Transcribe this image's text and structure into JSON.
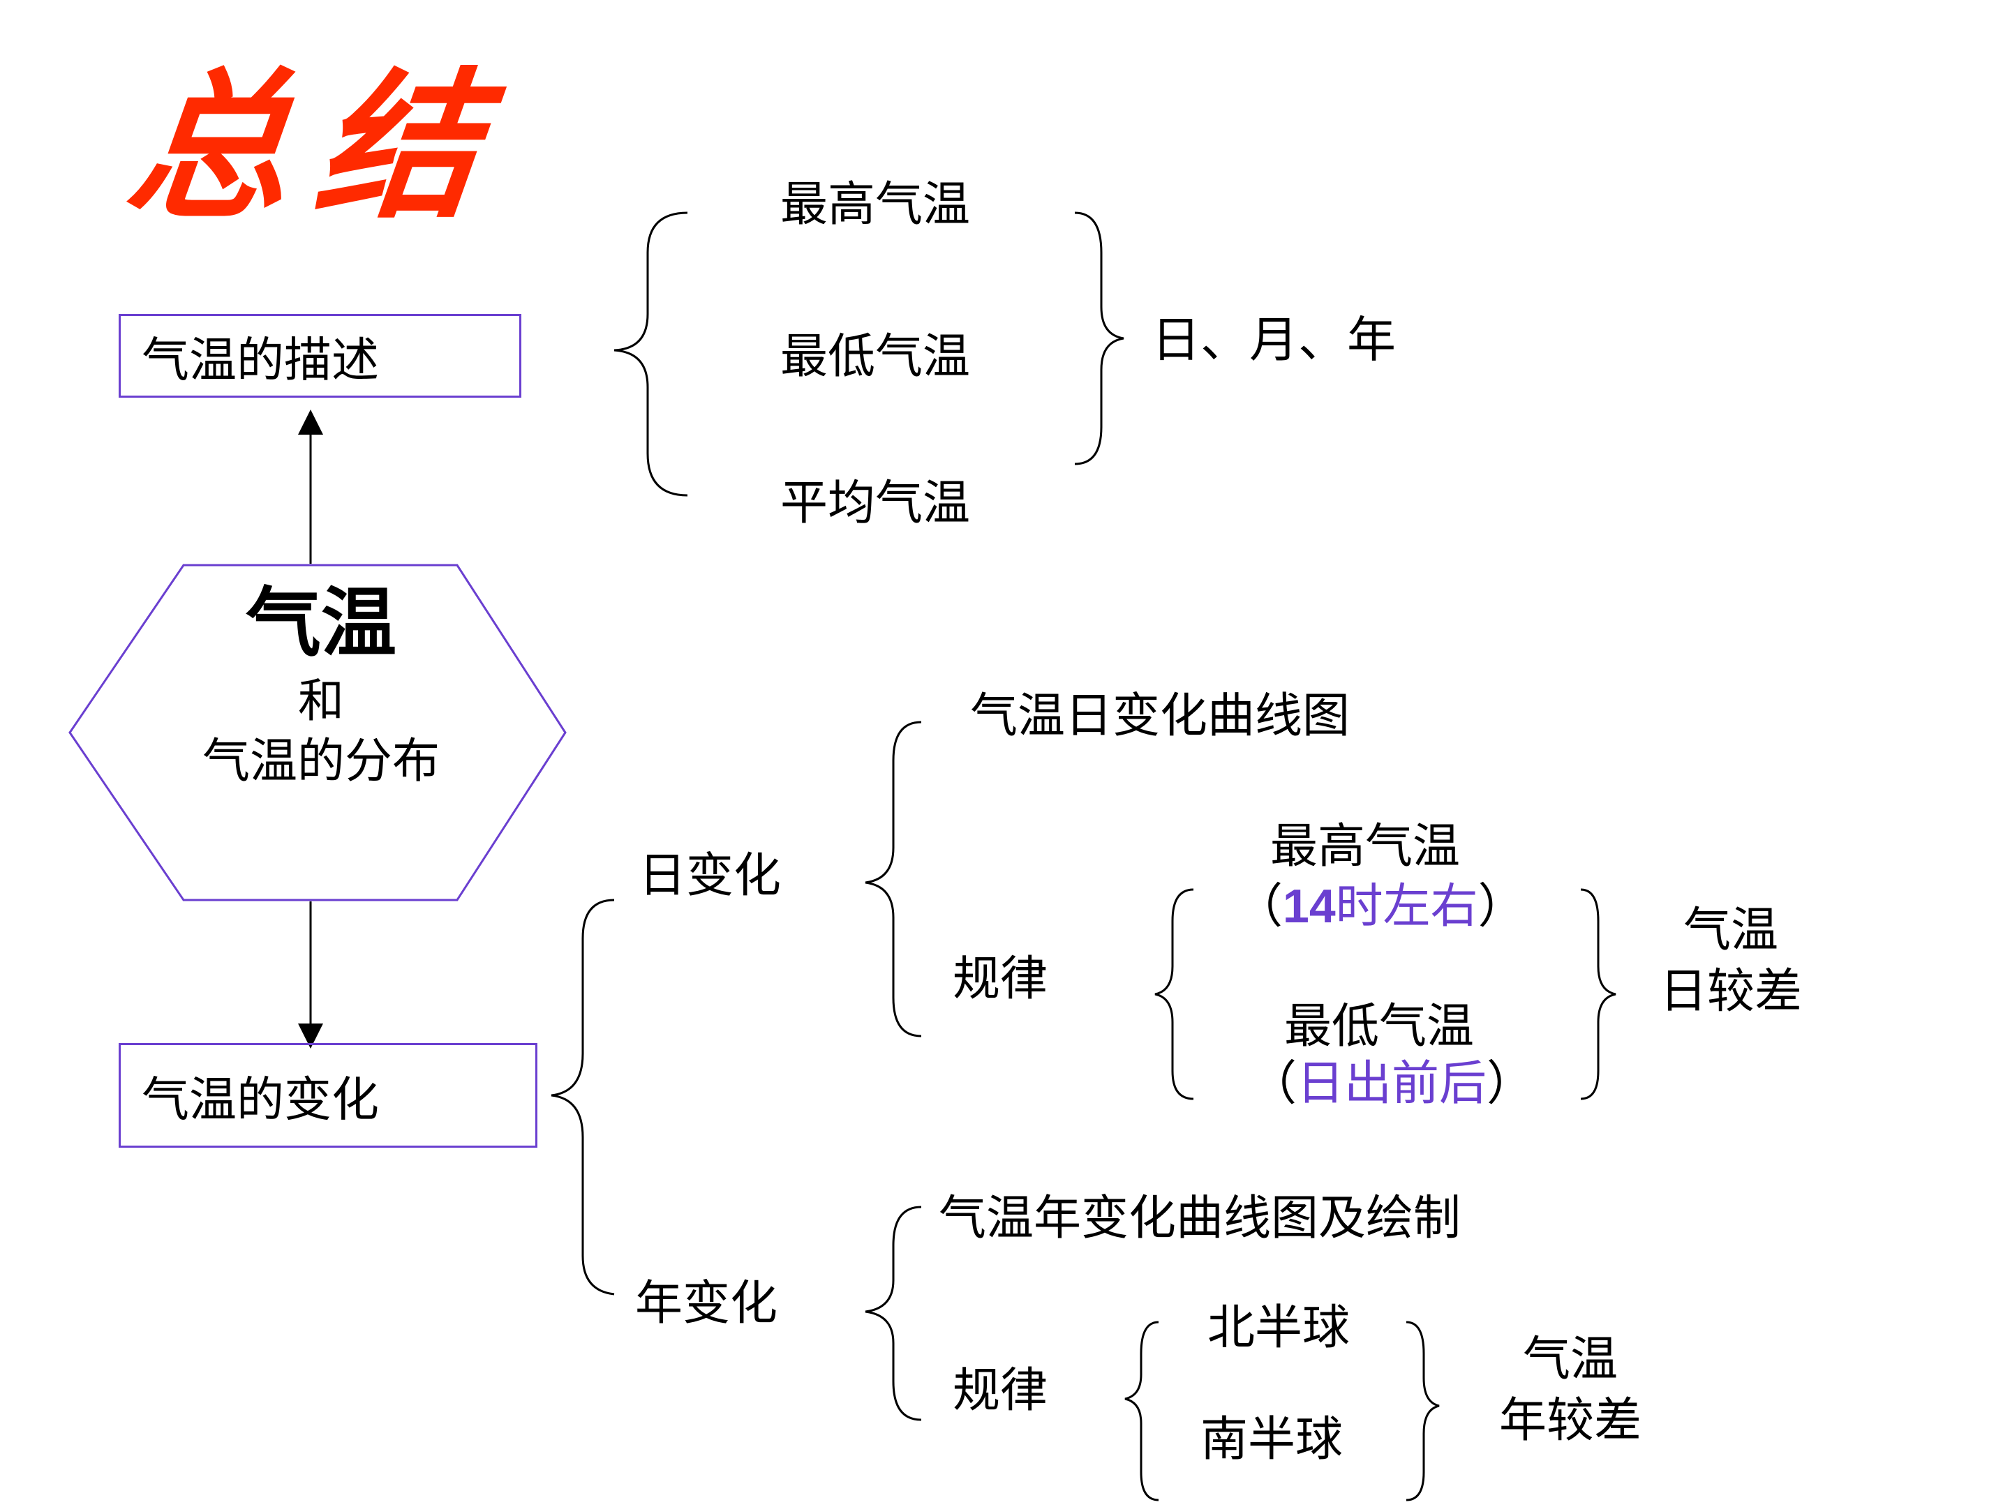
{
  "title": "总结",
  "hexagon": {
    "main": "气温",
    "conj": "和",
    "sub": "气温的分布"
  },
  "box_description": "气温的描述",
  "box_change": "气温的变化",
  "description": {
    "items": [
      "最高气温",
      "最低气温",
      "平均气温"
    ],
    "periods": "日、月、年"
  },
  "daily": {
    "label": "日变化",
    "chart": "气温日变化曲线图",
    "rule": "规律",
    "max_label": "最高气温",
    "max_paren_open": "（",
    "max_num": "14",
    "max_time": "时左右",
    "max_paren_close": "）",
    "min_label": "最低气温",
    "min_paren_open": "（",
    "min_time": "日出前后",
    "min_paren_close": "）",
    "result_line1": "气温",
    "result_line2": "日较差"
  },
  "annual": {
    "label": "年变化",
    "chart": "气温年变化曲线图及绘制",
    "rule": "规律",
    "north": "北半球",
    "south": "南半球",
    "result_line1": "气温",
    "result_line2": "年较差"
  },
  "colors": {
    "title": "#ff2a00",
    "box_border": "#6a3fd0",
    "highlight": "#6a3fd0"
  }
}
